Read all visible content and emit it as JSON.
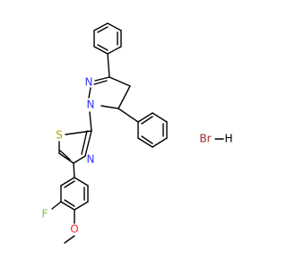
{
  "molecule": {
    "atoms": {
      "pyrazoline_n2": {
        "label": "N",
        "color": "#3333ff"
      },
      "pyrazoline_n1": {
        "label": "N",
        "color": "#3333ff"
      },
      "thiazole_s": {
        "label": "S",
        "color": "#b3a000"
      },
      "thiazole_n": {
        "label": "N",
        "color": "#3333ff"
      },
      "fluorine": {
        "label": "F",
        "color": "#7fbf3f"
      },
      "oxygen": {
        "label": "O",
        "color": "#ff2a2a"
      }
    },
    "salt": {
      "br": {
        "label": "Br",
        "color": "#a52a2a"
      },
      "dash": {
        "label": "—",
        "color": "#000000"
      },
      "h": {
        "label": "H",
        "color": "#000000"
      }
    }
  }
}
